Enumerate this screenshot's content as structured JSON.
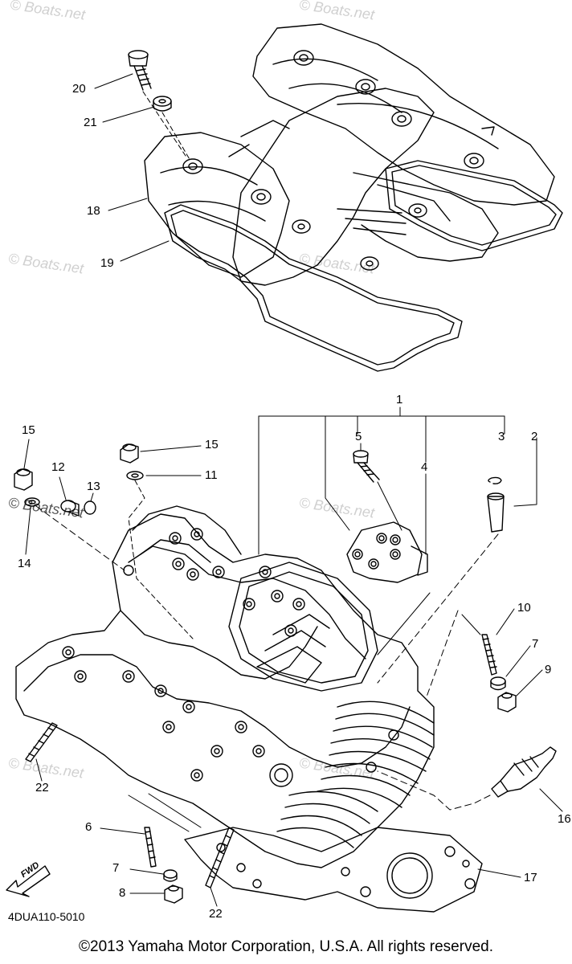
{
  "watermark": "© Boats.net",
  "diagram_code": "4DUA110-5010",
  "copyright": "©2013 Yamaha Motor Corporation, U.S.A. All rights reserved.",
  "fwd": "FWD",
  "callouts": {
    "c1": "1",
    "c2": "2",
    "c3": "3",
    "c4": "4",
    "c5": "5",
    "c6": "6",
    "c7a": "7",
    "c7b": "7",
    "c8": "8",
    "c9": "9",
    "c10": "10",
    "c11": "11",
    "c12": "12",
    "c13": "13",
    "c14": "14",
    "c15a": "15",
    "c15b": "15",
    "c16": "16",
    "c17": "17",
    "c18": "18",
    "c19": "19",
    "c20": "20",
    "c21": "21",
    "c22a": "22",
    "c22b": "22"
  }
}
